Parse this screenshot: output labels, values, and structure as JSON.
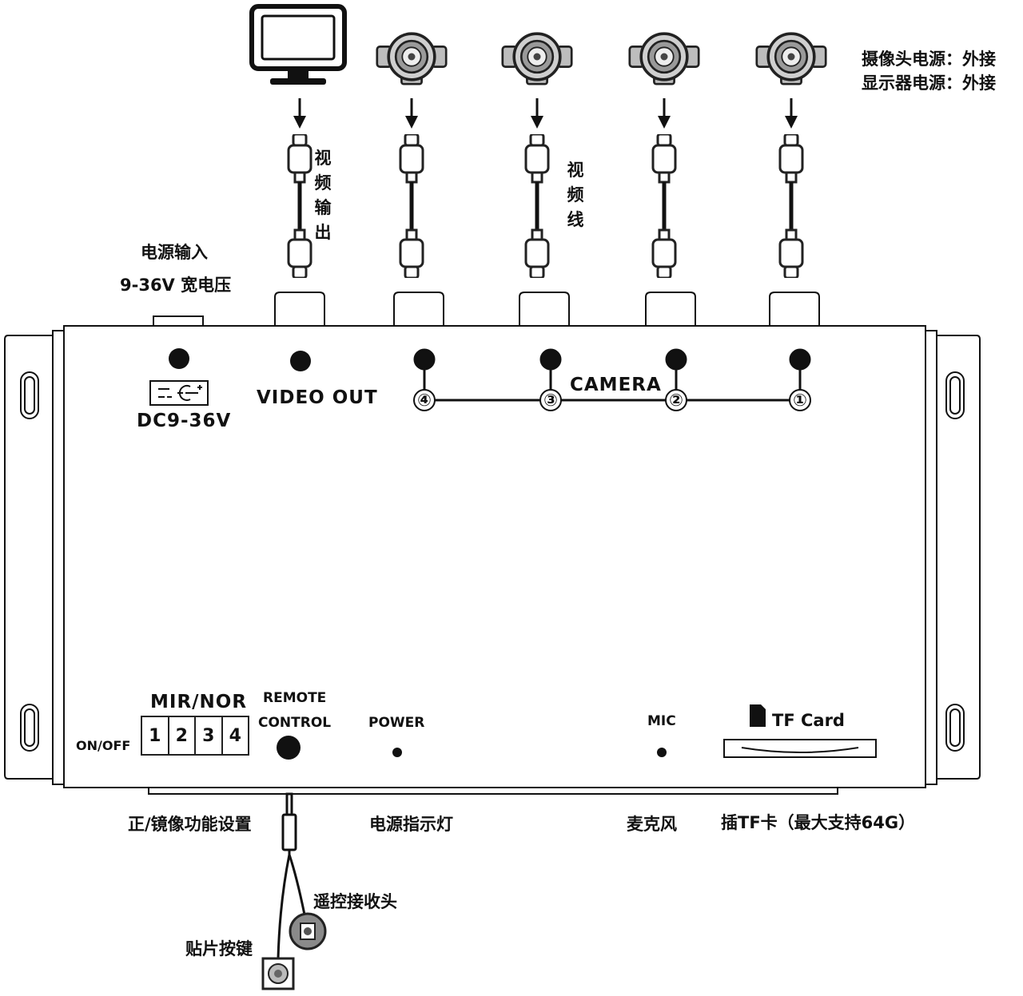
{
  "top_right": {
    "camera_power": "摄像头电源：外接",
    "display_power": "显示器电源：外接"
  },
  "cable_labels": {
    "video_output": "视频输出",
    "video_cable": "视频线"
  },
  "power_input": {
    "title": "电源输入",
    "voltage": "9-36V 宽电压"
  },
  "panel_top": {
    "dc_label": "DC9-36V",
    "video_out": "VIDEO OUT",
    "camera": "CAMERA",
    "ports": [
      "④",
      "③",
      "②",
      "①"
    ]
  },
  "panel_bottom": {
    "mir_nor": "MIR/NOR",
    "on_off": "ON/OFF",
    "dip_switches": [
      "1",
      "2",
      "3",
      "4"
    ],
    "remote_line1": "REMOTE",
    "remote_line2": "CONTROL",
    "power": "POWER",
    "mic": "MIC",
    "tf_card": "TF Card"
  },
  "bottom_labels": {
    "mirror_setting": "正/镜像功能设置",
    "power_indicator": "电源指示灯",
    "microphone": "麦克风",
    "tf_insert": "插TF卡（最大支持64G）",
    "remote_receiver": "遥控接收头",
    "patch_button": "贴片按键"
  },
  "colors": {
    "line": "#111111",
    "panel_fill": "#ffffff",
    "camera_fill": "#bdbdbd"
  }
}
